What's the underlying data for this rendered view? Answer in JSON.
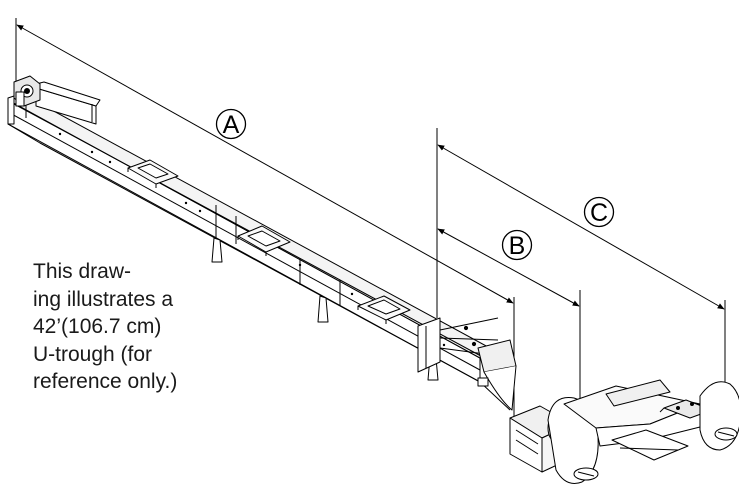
{
  "dimensions": [
    {
      "label": "A"
    },
    {
      "label": "B"
    },
    {
      "label": "C"
    }
  ],
  "caption": {
    "lines": [
      "This draw-",
      "ing illustrates a",
      "42’(106.7 cm)",
      "U-trough (for",
      "reference only.)"
    ]
  },
  "colors": {
    "line": "#000000",
    "part_fill": "#ffffff",
    "part_shade": "#e8e8e8"
  }
}
